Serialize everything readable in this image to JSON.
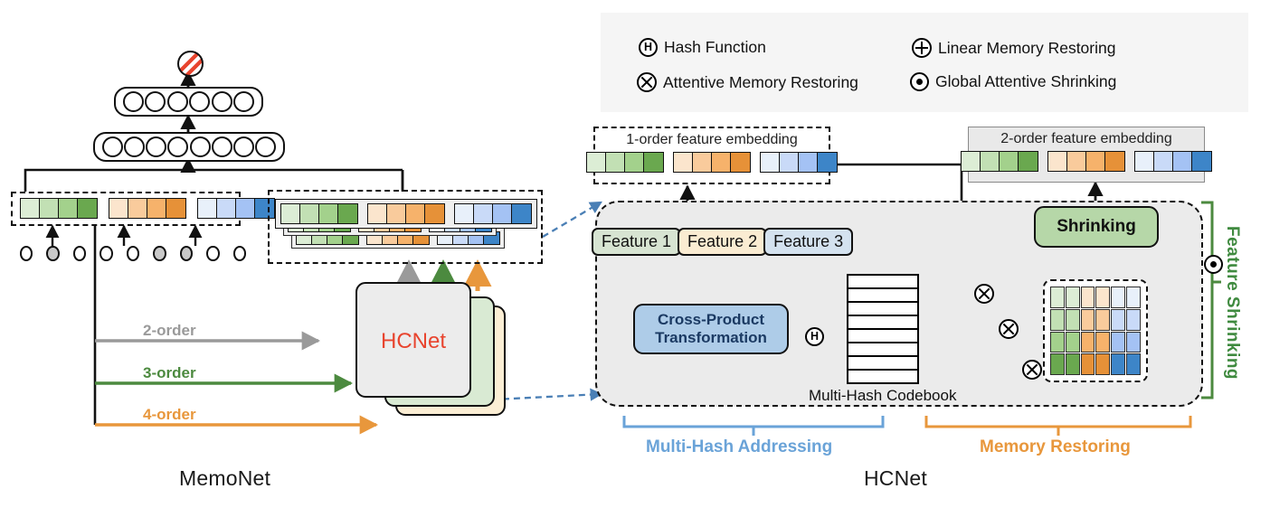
{
  "legend": {
    "items": [
      {
        "symbol": "H",
        "icon": "hash-function-icon",
        "label": "Hash Function"
      },
      {
        "symbol": "+",
        "icon": "plus-circle-icon",
        "label": "Linear Memory Restoring"
      },
      {
        "symbol": "x",
        "icon": "times-circle-icon",
        "label": "Attentive Memory Restoring"
      },
      {
        "symbol": ".",
        "icon": "dot-circle-icon",
        "label": "Global  Attentive Shrinking"
      }
    ]
  },
  "memonet": {
    "caption": "MemoNet",
    "hcnet_box_label": "HCNet",
    "hcnet_box_color": "#e8442e",
    "order_lines": [
      {
        "label": "2-order",
        "color": "#9a9a9a"
      },
      {
        "label": "3-order",
        "color": "#4c8a3f"
      },
      {
        "label": "4-order",
        "color": "#e8a33d"
      }
    ],
    "mlp": {
      "upper_units": 6,
      "lower_units": 8
    },
    "input_nodes": [
      {
        "filled": false
      },
      {
        "filled": true
      },
      {
        "filled": false
      },
      {
        "filled": false
      },
      {
        "filled": false
      },
      {
        "filled": true
      },
      {
        "filled": true
      },
      {
        "filled": false
      },
      {
        "filled": false
      }
    ],
    "embedding_colors": {
      "green": [
        "#dcedd5",
        "#c2e0b4",
        "#a3d18c",
        "#6aa84f"
      ],
      "orange": [
        "#fbe5cd",
        "#f9cb9c",
        "#f6b26b",
        "#e69138"
      ],
      "blue": [
        "#e8f0fa",
        "#c9daf8",
        "#a4c2f4",
        "#3d85c8"
      ]
    }
  },
  "hcnet": {
    "caption": "HCNet",
    "one_order_title": "1-order feature embedding",
    "two_order_title": "2-order feature embedding",
    "features": [
      {
        "label": "Feature 1",
        "color": "#d7e4d2"
      },
      {
        "label": "Feature 2",
        "color": "#faecd2"
      },
      {
        "label": "Feature 3",
        "color": "#d4e2ef"
      }
    ],
    "cross_product_line1": "Cross-Product",
    "cross_product_line2": "Transformation",
    "codebook_label": "Multi-Hash Codebook",
    "codebook_rows": 8,
    "shrinking_label": "Shrinking",
    "feature_shrinking_label": "Feature Shrinking",
    "stage_labels": [
      {
        "label": "Multi-Hash Addressing",
        "color": "#6aa3d8"
      },
      {
        "label": "Memory Restoring",
        "color": "#e8973c"
      }
    ],
    "hash_symbol": "H",
    "matrix": {
      "rows": 4,
      "cols": 6
    }
  },
  "colors": {
    "blue": "#6aa3d8",
    "orange": "#e8973c",
    "green": "#4c8a3f",
    "gray": "#9a9a9a",
    "panel_bg": "#ebebeb",
    "legend_bg": "#f5f5f5"
  }
}
